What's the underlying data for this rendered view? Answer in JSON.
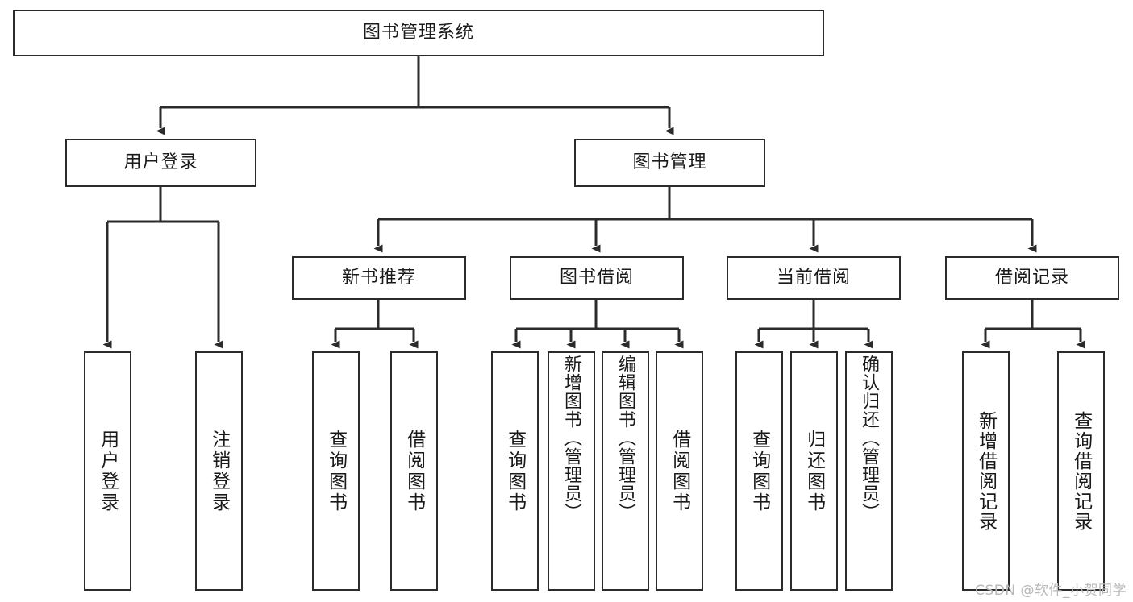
{
  "diagram": {
    "title": "图书管理系统",
    "type": "tree",
    "stroke_color": "#2b2b2b",
    "fill_color": "#ffffff",
    "text_color": "#1a1a1a",
    "background": "#ffffff",
    "root": {
      "label": "图书管理系统"
    },
    "level2": [
      {
        "label": "用户登录"
      },
      {
        "label": "图书管理"
      }
    ],
    "level3": [
      {
        "label": "新书推荐"
      },
      {
        "label": "图书借阅"
      },
      {
        "label": "当前借阅"
      },
      {
        "label": "借阅记录"
      }
    ],
    "leaves": {
      "user_login": [
        {
          "label": "用户登录"
        },
        {
          "label": "注销登录"
        }
      ],
      "new_book_recommend": [
        {
          "label": "查询图书"
        },
        {
          "label": "借阅图书"
        }
      ],
      "book_borrow": [
        {
          "label": "查询图书"
        },
        {
          "label": "新增图书（管理员）"
        },
        {
          "label": "编辑图书（管理员）"
        },
        {
          "label": "借阅图书"
        }
      ],
      "current_borrow": [
        {
          "label": "查询图书"
        },
        {
          "label": "归还图书"
        },
        {
          "label": "确认归还（管理员）"
        }
      ],
      "borrow_record": [
        {
          "label": "新增借阅记录"
        },
        {
          "label": "查询借阅记录"
        }
      ]
    }
  },
  "watermark": {
    "text": "CSDN @软件_小贺同学"
  }
}
